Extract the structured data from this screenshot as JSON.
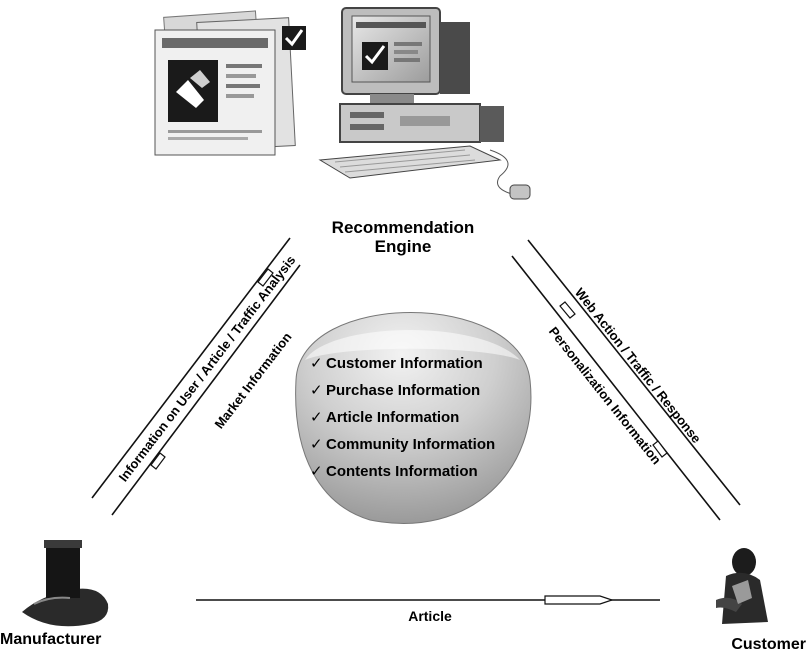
{
  "nodes": {
    "engine": [
      "Recommendation",
      "Engine"
    ],
    "manufacturer": "Manufacturer",
    "customer": "Customer"
  },
  "flows": {
    "left_outer": "Information on User / Article / Traffic Analysis",
    "left_inner": "Market Information",
    "right_outer": "Web Action / Traffic / Response",
    "right_inner": "Personalization Information",
    "bottom": "Article"
  },
  "info_items": [
    "Customer Information",
    "Purchase Information",
    "Article Information",
    "Community Information",
    "Contents Information"
  ],
  "icons": {
    "check": "checkmark-icon",
    "engine": "computer-monitor-icon",
    "web": "web-page-screenshot-icon",
    "manufacturer": "factory-icon",
    "customer": "person-icon"
  }
}
